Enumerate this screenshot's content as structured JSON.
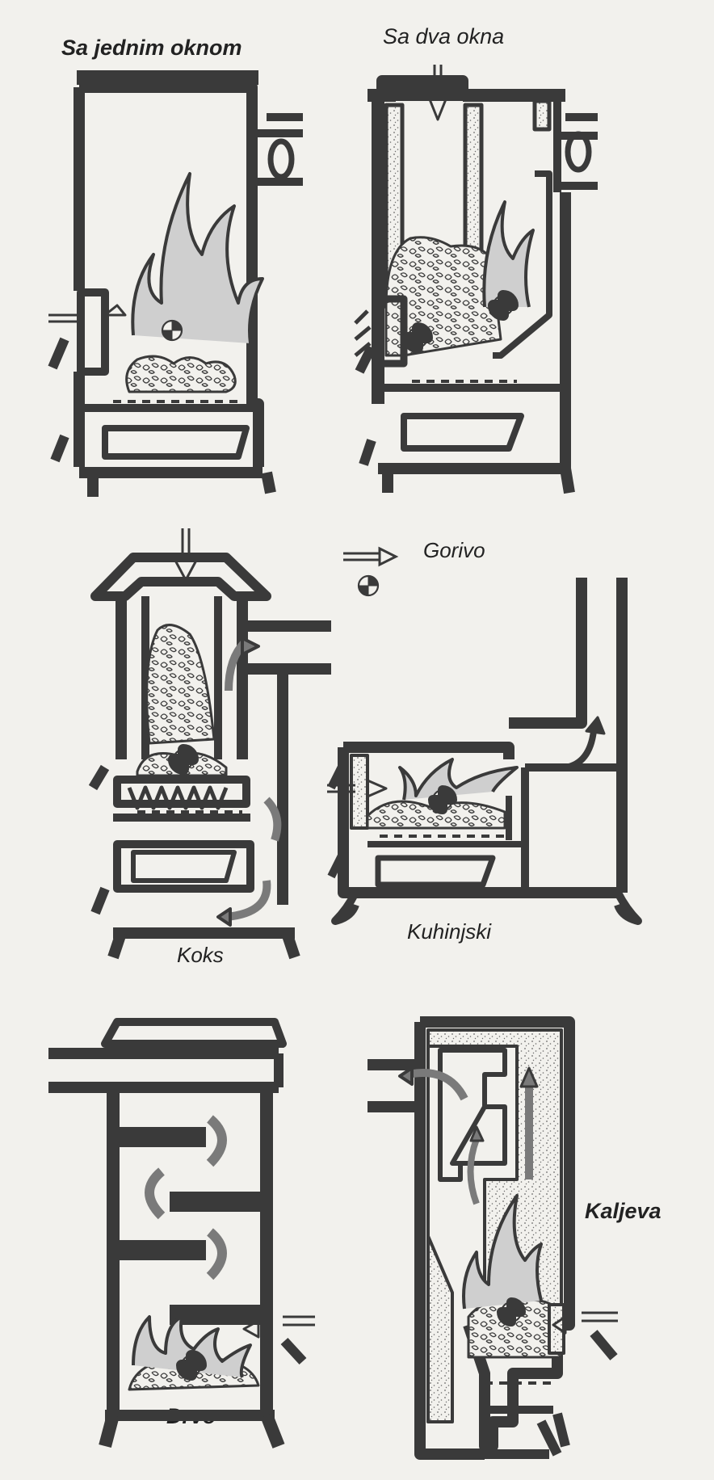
{
  "labels": {
    "sa_jednim_oknom": "Sa jednim oknom",
    "sa_dva_okna": "Sa dva okna",
    "gorivo": "Gorivo",
    "koks": "Koks",
    "kuhinjski": "Kuhinjski",
    "drvo": "Drvo",
    "kaljeva": "Kaljeva"
  },
  "colors": {
    "ink": "#3a3a3a",
    "paper": "#f2f1ed",
    "stipple": "#6a6a6a"
  }
}
